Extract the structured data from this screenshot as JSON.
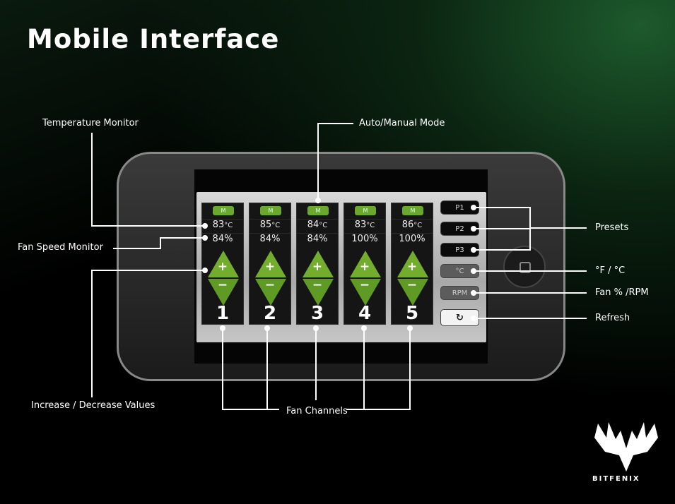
{
  "title": "Mobile Interface",
  "labels": {
    "temperature_monitor": "Temperature Monitor",
    "fan_speed_monitor": "Fan Speed Monitor",
    "increase_decrease": "Increase / Decrease Values",
    "auto_manual": "Auto/Manual Mode",
    "presets": "Presets",
    "units_temp": "°F / °C",
    "units_fan": "Fan % /RPM",
    "refresh": "Refresh",
    "fan_channels": "Fan Channels"
  },
  "channels": [
    {
      "mode": "M",
      "temp": "83",
      "temp_unit": "°C",
      "speed": "84%",
      "number": "1"
    },
    {
      "mode": "M",
      "temp": "85",
      "temp_unit": "°C",
      "speed": "84%",
      "number": "2"
    },
    {
      "mode": "M",
      "temp": "84",
      "temp_unit": "°C",
      "speed": "84%",
      "number": "3"
    },
    {
      "mode": "M",
      "temp": "83",
      "temp_unit": "°C",
      "speed": "100%",
      "number": "4"
    },
    {
      "mode": "M",
      "temp": "86",
      "temp_unit": "°C",
      "speed": "100%",
      "number": "5"
    }
  ],
  "controls": {
    "plus": "+",
    "minus": "−"
  },
  "buttons": {
    "p1": "P1",
    "p2": "P2",
    "p3": "P3",
    "temp_unit": "°C",
    "fan_unit": "RPM",
    "refresh": "↻"
  },
  "brand": "BITFENIX"
}
